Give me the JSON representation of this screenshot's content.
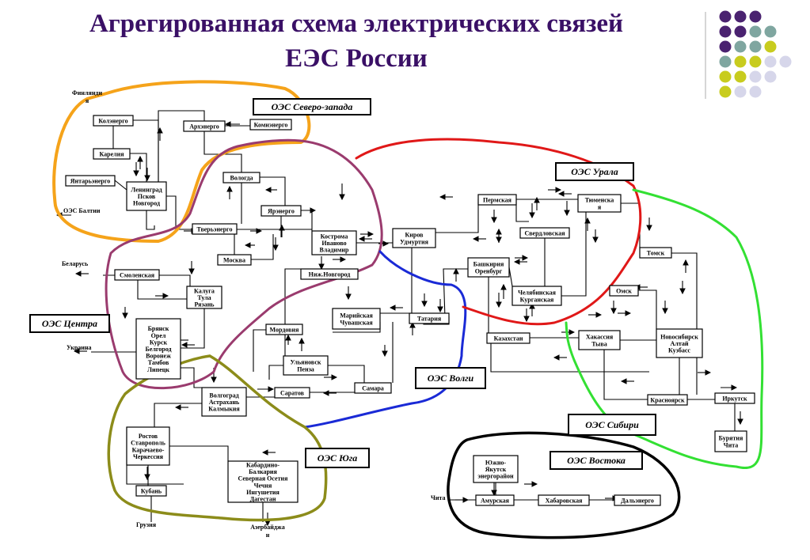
{
  "title": {
    "line1": "Агрегированная схема электрических связей",
    "line2": "ЕЭС России"
  },
  "colors": {
    "title": "#3a1066",
    "north_west": "#f5a31a",
    "center": "#9a3b6e",
    "volga": "#1a2ad6",
    "ural": "#e01818",
    "siberia": "#33e033",
    "south": "#8c8c1a",
    "east": "#000000",
    "dot_purple": "#4a2270",
    "dot_teal": "#7fa6a0",
    "dot_yellow": "#c8cc1e",
    "dot_lavender": "#d6d6ea"
  },
  "regions": [
    {
      "id": "nw",
      "label": "ОЭС Северо-запада"
    },
    {
      "id": "center",
      "label": "ОЭС Центра"
    },
    {
      "id": "ural",
      "label": "ОЭС Урала"
    },
    {
      "id": "volga",
      "label": "ОЭС Волги"
    },
    {
      "id": "siberia",
      "label": "ОЭС Сибири"
    },
    {
      "id": "south",
      "label": "ОЭС Юга"
    },
    {
      "id": "east",
      "label": "ОЭС Востока"
    }
  ],
  "nodes": [
    {
      "id": "kolenergo",
      "lines": [
        "Колэнерго"
      ]
    },
    {
      "id": "karelia",
      "lines": [
        "Карелия"
      ]
    },
    {
      "id": "yantar",
      "lines": [
        "Янтарьэнерго"
      ]
    },
    {
      "id": "leningrad",
      "lines": [
        "Ленинград",
        "Псков",
        "Новгород"
      ]
    },
    {
      "id": "arkh",
      "lines": [
        "Архэнерго"
      ]
    },
    {
      "id": "komi",
      "lines": [
        "Комиэнерго"
      ]
    },
    {
      "id": "vologda",
      "lines": [
        "Вологда"
      ]
    },
    {
      "id": "yarenergo",
      "lines": [
        "Ярэнерго"
      ]
    },
    {
      "id": "tver",
      "lines": [
        "Тверьэнерго"
      ]
    },
    {
      "id": "moskva",
      "lines": [
        "Москва"
      ]
    },
    {
      "id": "kostroma",
      "lines": [
        "Кострома",
        "Иваново",
        "Владимир"
      ]
    },
    {
      "id": "smolensk",
      "lines": [
        "Смоленская"
      ]
    },
    {
      "id": "kaluga",
      "lines": [
        "Калуга",
        "Тула",
        "Рязань"
      ]
    },
    {
      "id": "bryansk",
      "lines": [
        "Брянск",
        "Орел",
        "Курск",
        "Белгород",
        "Воронеж",
        "Тамбов",
        "Липецк"
      ]
    },
    {
      "id": "nizh",
      "lines": [
        "Ниж.Новгород"
      ]
    },
    {
      "id": "mariy",
      "lines": [
        "Марийская",
        "Чувашская"
      ]
    },
    {
      "id": "mordovia",
      "lines": [
        "Мордовия"
      ]
    },
    {
      "id": "ulyan",
      "lines": [
        "Ульяновск",
        "Пенза"
      ]
    },
    {
      "id": "saratov",
      "lines": [
        "Саратов"
      ]
    },
    {
      "id": "samara",
      "lines": [
        "Самара"
      ]
    },
    {
      "id": "tataria",
      "lines": [
        "Татария"
      ]
    },
    {
      "id": "kirov",
      "lines": [
        "Киров",
        "Удмуртия"
      ]
    },
    {
      "id": "perm",
      "lines": [
        "Пермская"
      ]
    },
    {
      "id": "sverdl",
      "lines": [
        "Свердловская"
      ]
    },
    {
      "id": "tyumen",
      "lines": [
        "Тюменска",
        "я"
      ]
    },
    {
      "id": "bashk",
      "lines": [
        "Башкирия",
        "Оренбург"
      ]
    },
    {
      "id": "chelyab",
      "lines": [
        "Челябинская",
        "Курганская"
      ]
    },
    {
      "id": "kaz",
      "lines": [
        "Казахстан"
      ]
    },
    {
      "id": "tomsk",
      "lines": [
        "Томск"
      ]
    },
    {
      "id": "omsk",
      "lines": [
        "Омск"
      ]
    },
    {
      "id": "khakas",
      "lines": [
        "Хакассия",
        "Тыва"
      ]
    },
    {
      "id": "novosib",
      "lines": [
        "Новосибирск",
        "Алтай",
        "Кузбасс"
      ]
    },
    {
      "id": "krasn",
      "lines": [
        "Красноярск"
      ]
    },
    {
      "id": "irkutsk",
      "lines": [
        "Иркутск"
      ]
    },
    {
      "id": "buryat",
      "lines": [
        "Бурятия",
        "Чита"
      ]
    },
    {
      "id": "volgograd",
      "lines": [
        "Волгоград",
        "Астрахань",
        "Калмыкия"
      ]
    },
    {
      "id": "rostov",
      "lines": [
        "Ростов",
        "Ставрополь",
        "Карачаево-",
        "Черкессия"
      ]
    },
    {
      "id": "kuban",
      "lines": [
        "Кубань"
      ]
    },
    {
      "id": "kabard",
      "lines": [
        "Кабардино-",
        "Балкария",
        "Северная Осетия",
        "Чечня",
        "Ингушетия",
        "Дагестан"
      ]
    },
    {
      "id": "yakut",
      "lines": [
        "Южно-",
        "Якутск",
        "энергорайон"
      ]
    },
    {
      "id": "amur",
      "lines": [
        "Амурская"
      ]
    },
    {
      "id": "khab",
      "lines": [
        "Хабаровская"
      ]
    },
    {
      "id": "dalen",
      "lines": [
        "Дальэнерго"
      ]
    }
  ],
  "labels": [
    {
      "id": "finland",
      "lines": [
        "Финлянди",
        "я"
      ]
    },
    {
      "id": "oes_baltic",
      "lines": [
        "ОЭС Балтии"
      ]
    },
    {
      "id": "belarus",
      "lines": [
        "Беларусь"
      ]
    },
    {
      "id": "ukraine",
      "lines": [
        "Украина"
      ]
    },
    {
      "id": "georgia",
      "lines": [
        "Грузия"
      ]
    },
    {
      "id": "azerb",
      "lines": [
        "Азербайджа",
        "н"
      ]
    },
    {
      "id": "chita",
      "lines": [
        "Чита"
      ]
    }
  ]
}
